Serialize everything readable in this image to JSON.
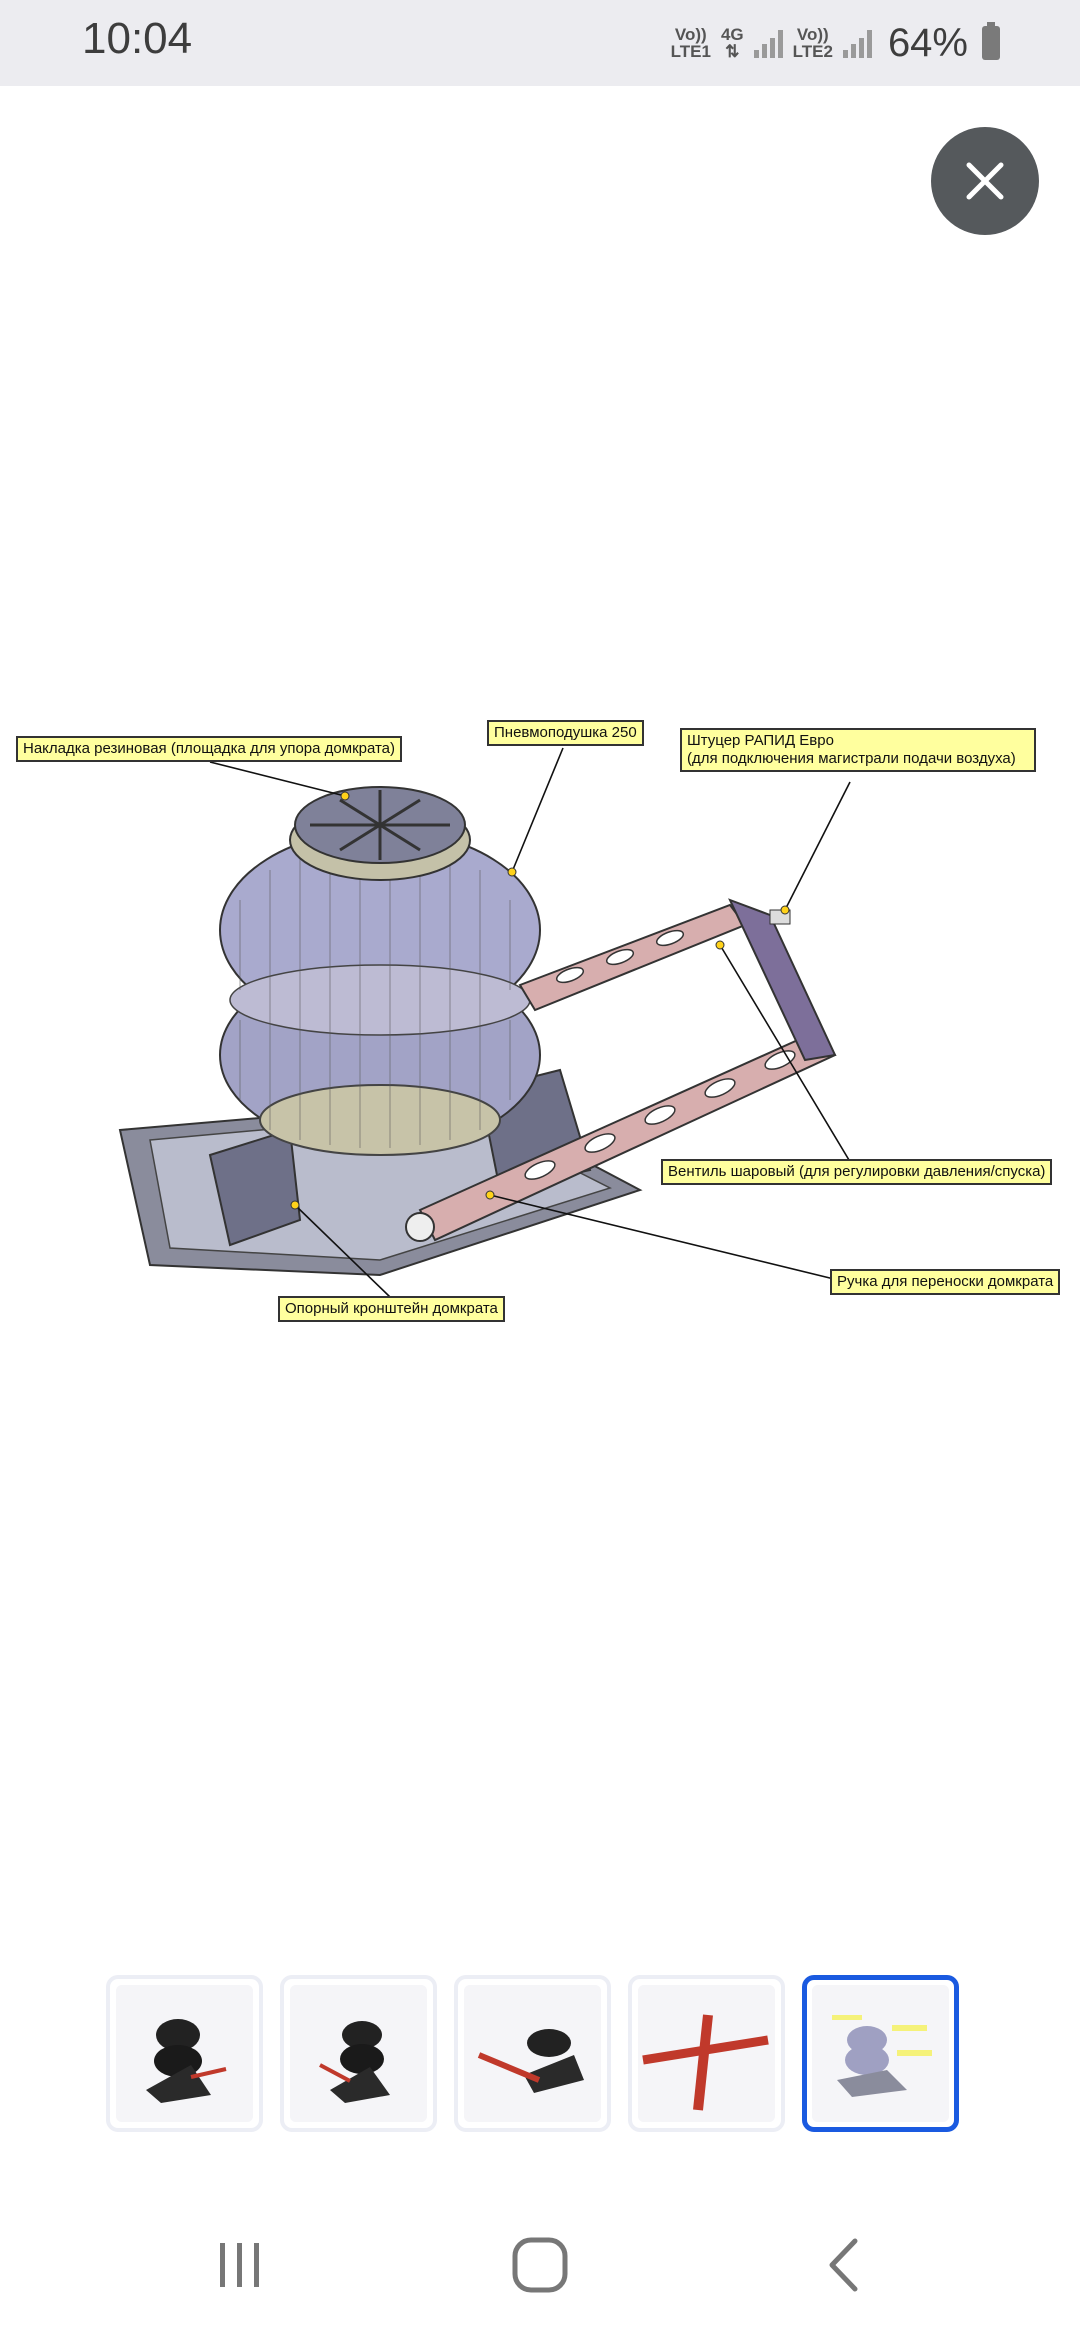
{
  "status": {
    "time": "10:04",
    "sim1_top": "Vo))",
    "sim1_bottom": "LTE1",
    "network": "4G",
    "sim2_top": "Vo))",
    "sim2_bottom": "LTE2",
    "battery": "64%"
  },
  "viewer": {
    "close_icon": "close-icon",
    "callouts": {
      "rubber_pad": "Накладка резиновая  (площадка для упора домкрата)",
      "air_bag": "Пневмоподушка 250",
      "fitting_line1": "Штуцер РАПИД Евро",
      "fitting_line2": "(для подключения магистрали подачи воздуха)",
      "valve": "Вентиль шаровый (для регулировки давления/спуска)",
      "handle": "Ручка для переноски домкрата",
      "bracket": "Опорный кронштейн домкрата"
    },
    "thumbnails_selected_index": 4
  },
  "navbar": {
    "recent_icon": "recent-apps-icon",
    "home_icon": "home-icon",
    "back_icon": "back-icon"
  },
  "colors": {
    "selected_border": "#1a5ae0",
    "callout_bg": "#ffff9e",
    "close_bg": "#55595c"
  }
}
